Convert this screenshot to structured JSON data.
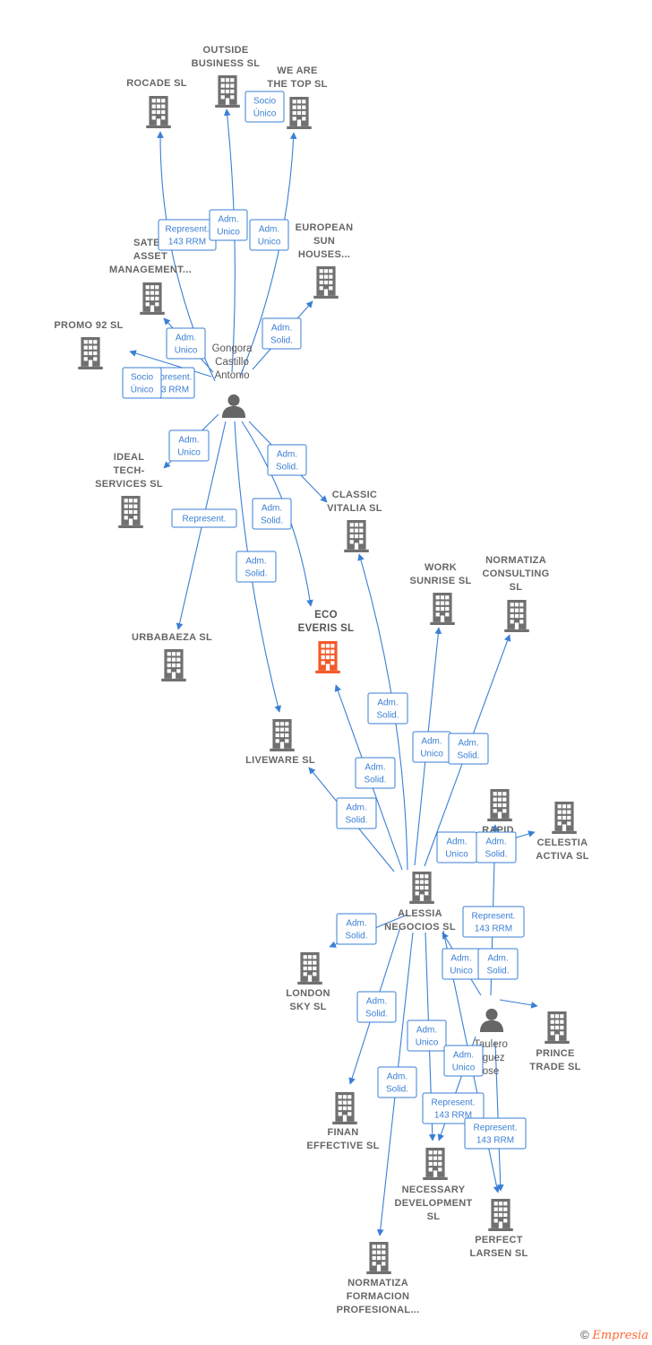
{
  "colors": {
    "edge": "#3a7fd5",
    "company": "#707070",
    "highlight": "#f25a2a",
    "person": "#666666"
  },
  "nodes": [
    {
      "id": "rocade",
      "type": "company",
      "lines": [
        "ROCADE  SL"
      ]
    },
    {
      "id": "outside",
      "type": "company",
      "lines": [
        "OUTSIDE",
        "BUSINESS  SL"
      ]
    },
    {
      "id": "weare",
      "type": "company",
      "lines": [
        "WE ARE",
        "THE TOP  SL"
      ]
    },
    {
      "id": "european",
      "type": "company",
      "lines": [
        "EUROPEAN",
        "SUN",
        "HOUSES..."
      ]
    },
    {
      "id": "satec",
      "type": "company",
      "lines": [
        "SATEC",
        "ASSET",
        "MANAGEMENT..."
      ]
    },
    {
      "id": "promo",
      "type": "company",
      "lines": [
        "PROMO 92  SL"
      ]
    },
    {
      "id": "gongora",
      "type": "person",
      "lines": [
        "Gongora",
        "Castillo",
        "Antonio"
      ]
    },
    {
      "id": "ideal",
      "type": "company",
      "lines": [
        "IDEAL",
        "TECH-",
        "SERVICES  SL"
      ]
    },
    {
      "id": "classic",
      "type": "company",
      "lines": [
        "CLASSIC",
        "VITALIA  SL"
      ]
    },
    {
      "id": "work",
      "type": "company",
      "lines": [
        "WORK",
        "SUNRISE  SL"
      ]
    },
    {
      "id": "normatiza_c",
      "type": "company",
      "lines": [
        "NORMATIZA",
        "CONSULTING",
        "SL"
      ]
    },
    {
      "id": "eco",
      "type": "main",
      "lines": [
        "ECO",
        "EVERIS  SL"
      ]
    },
    {
      "id": "urbabaeza",
      "type": "company",
      "lines": [
        "URBABAEZA SL"
      ]
    },
    {
      "id": "liveware",
      "type": "company",
      "lines": [
        "LIVEWARE  SL"
      ]
    },
    {
      "id": "rapid",
      "type": "company",
      "lines": [
        "RAPID",
        "L"
      ]
    },
    {
      "id": "celestia",
      "type": "company",
      "lines": [
        "CELESTIA",
        "ACTIVA  SL"
      ]
    },
    {
      "id": "alessia",
      "type": "company",
      "lines": [
        "ALESSIA",
        "NEGOCIOS  SL"
      ]
    },
    {
      "id": "london",
      "type": "company",
      "lines": [
        "LONDON",
        "SKY  SL"
      ]
    },
    {
      "id": "taulero",
      "type": "person",
      "lines": [
        "Taulero",
        "riguez",
        "ose"
      ]
    },
    {
      "id": "prince",
      "type": "company",
      "lines": [
        "PRINCE",
        "TRADE  SL"
      ]
    },
    {
      "id": "finan",
      "type": "company",
      "lines": [
        "FINAN",
        "EFFECTIVE  SL"
      ]
    },
    {
      "id": "necessary",
      "type": "company",
      "lines": [
        "NECESSARY",
        "DEVELOPMENT",
        "SL"
      ]
    },
    {
      "id": "perfect",
      "type": "company",
      "lines": [
        "PERFECT",
        "LARSEN  SL"
      ]
    },
    {
      "id": "normatiza_f",
      "type": "company",
      "lines": [
        "NORMATIZA",
        "FORMACION",
        "PROFESIONAL..."
      ]
    }
  ],
  "edges": [
    {
      "from": "gongora",
      "to": "rocade"
    },
    {
      "from": "gongora",
      "to": "outside"
    },
    {
      "from": "gongora",
      "to": "weare"
    },
    {
      "from": "gongora",
      "to": "european"
    },
    {
      "from": "gongora",
      "to": "satec"
    },
    {
      "from": "gongora",
      "to": "promo"
    },
    {
      "from": "gongora",
      "to": "ideal"
    },
    {
      "from": "gongora",
      "to": "classic"
    },
    {
      "from": "gongora",
      "to": "eco"
    },
    {
      "from": "gongora",
      "to": "urbabaeza"
    },
    {
      "from": "gongora",
      "to": "liveware"
    },
    {
      "from": "alessia",
      "to": "classic"
    },
    {
      "from": "alessia",
      "to": "work"
    },
    {
      "from": "alessia",
      "to": "normatiza_c"
    },
    {
      "from": "alessia",
      "to": "eco"
    },
    {
      "from": "alessia",
      "to": "liveware"
    },
    {
      "from": "alessia",
      "to": "celestia"
    },
    {
      "from": "alessia",
      "to": "london"
    },
    {
      "from": "alessia",
      "to": "finan"
    },
    {
      "from": "alessia",
      "to": "necessary"
    },
    {
      "from": "alessia",
      "to": "perfect"
    },
    {
      "from": "alessia",
      "to": "normatiza_f"
    },
    {
      "from": "taulero",
      "to": "alessia"
    },
    {
      "from": "taulero",
      "to": "rapid"
    },
    {
      "from": "taulero",
      "to": "prince"
    },
    {
      "from": "taulero",
      "to": "necessary"
    },
    {
      "from": "taulero",
      "to": "perfect"
    }
  ],
  "edge_labels": [
    {
      "lines": [
        "Socio",
        "Único"
      ]
    },
    {
      "lines": [
        "Represent.",
        "143 RRM"
      ]
    },
    {
      "lines": [
        "Adm.",
        "Unico"
      ]
    },
    {
      "lines": [
        "Adm.",
        "Unico"
      ]
    },
    {
      "lines": [
        "Adm.",
        "Solid."
      ]
    },
    {
      "lines": [
        "Adm.",
        "Unico"
      ]
    },
    {
      "lines": [
        "Represent.",
        "143 RRM"
      ]
    },
    {
      "lines": [
        "Socio",
        "Único"
      ]
    },
    {
      "lines": [
        "Adm.",
        "Unico"
      ]
    },
    {
      "lines": [
        "Adm.",
        "Solid."
      ]
    },
    {
      "lines": [
        "Represent."
      ]
    },
    {
      "lines": [
        "Adm.",
        "Solid."
      ]
    },
    {
      "lines": [
        "Adm.",
        "Solid."
      ]
    },
    {
      "lines": [
        "Adm.",
        "Solid."
      ]
    },
    {
      "lines": [
        "Adm.",
        "Unico"
      ]
    },
    {
      "lines": [
        "Adm.",
        "Solid."
      ]
    },
    {
      "lines": [
        "Adm.",
        "Solid."
      ]
    },
    {
      "lines": [
        "Adm.",
        "Solid."
      ]
    },
    {
      "lines": [
        "Adm.",
        "Unico"
      ]
    },
    {
      "lines": [
        "Adm.",
        "Solid."
      ]
    },
    {
      "lines": [
        "Represent.",
        "143 RRM"
      ]
    },
    {
      "lines": [
        "Adm.",
        "Solid."
      ]
    },
    {
      "lines": [
        "Adm.",
        "Unico"
      ]
    },
    {
      "lines": [
        "Adm.",
        "Solid."
      ]
    },
    {
      "lines": [
        "Adm.",
        "Solid."
      ]
    },
    {
      "lines": [
        "Adm.",
        "Unico"
      ]
    },
    {
      "lines": [
        "Adm.",
        "Solid."
      ]
    },
    {
      "lines": [
        "Adm.",
        "Unico"
      ]
    },
    {
      "lines": [
        "Represent.",
        "143 RRM"
      ]
    },
    {
      "lines": [
        "Represent.",
        "143 RRM"
      ]
    }
  ],
  "footer": {
    "copyright": "©",
    "brand": "Empresia"
  }
}
